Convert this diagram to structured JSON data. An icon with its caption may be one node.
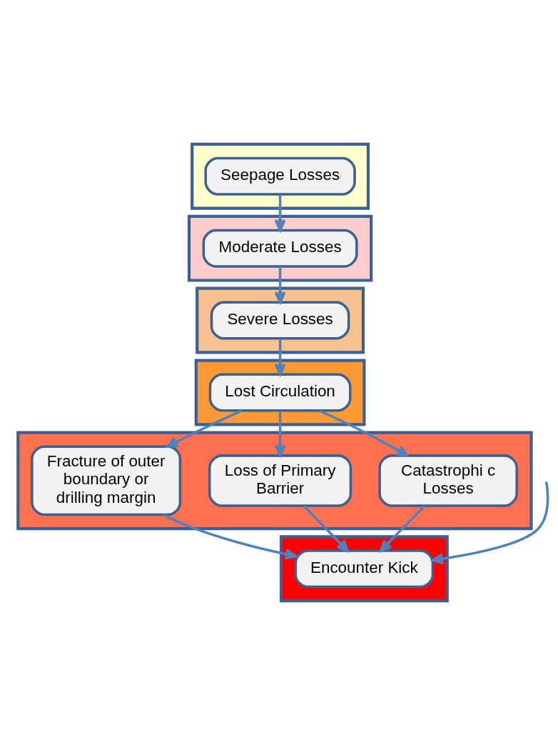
{
  "diagram": {
    "nodes": [
      {
        "text": [],
        "shape": "box"
      },
      {
        "text": [
          "Seepage Losses"
        ],
        "in": 0
      },
      {
        "text": [],
        "shape": "box"
      },
      {
        "text": [
          "Moderate Losses"
        ],
        "in": 2
      },
      {
        "text": [],
        "shape": "box"
      },
      {
        "text": [
          "Severe Losses"
        ],
        "in": 4
      },
      {
        "text": [],
        "shape": "box"
      },
      {
        "text": [
          "Lost Circulation"
        ],
        "in": 6
      },
      {
        "text": [],
        "shape": "box"
      },
      {
        "text": [
          "Catastrophi c Losses"
        ],
        "in": 8
      },
      {
        "text": [
          "Loss of Primary Barrier"
        ],
        "in": 8
      },
      {
        "text": [
          "Fracture of outer boundary or drilling margin"
        ],
        "in": 8
      },
      {
        "text": [],
        "shape": "box"
      },
      {
        "text": [
          "Encounter Kick"
        ],
        "in": 12
      }
    ],
    "edges": [
      {
        "from": 1,
        "to": 3,
        "arrow": "to"
      },
      {
        "from": 3,
        "to": 5,
        "arrow": "to"
      },
      {
        "from": 5,
        "to": 7,
        "arrow": "to"
      },
      {
        "from": 7,
        "to": 9,
        "arrow": "to"
      },
      {
        "from": 7,
        "to": 10,
        "arrow": "to"
      },
      {
        "from": 7,
        "to": 11,
        "arrow": "to"
      },
      {
        "from": 9,
        "to": 13,
        "arrow": "to"
      },
      {
        "from": 10,
        "to": 13,
        "arrow": "to"
      },
      {
        "from": 11,
        "to": 13,
        "arrow": "to"
      },
      {
        "from": null,
        "to": 13,
        "arrow": "to"
      }
    ]
  }
}
